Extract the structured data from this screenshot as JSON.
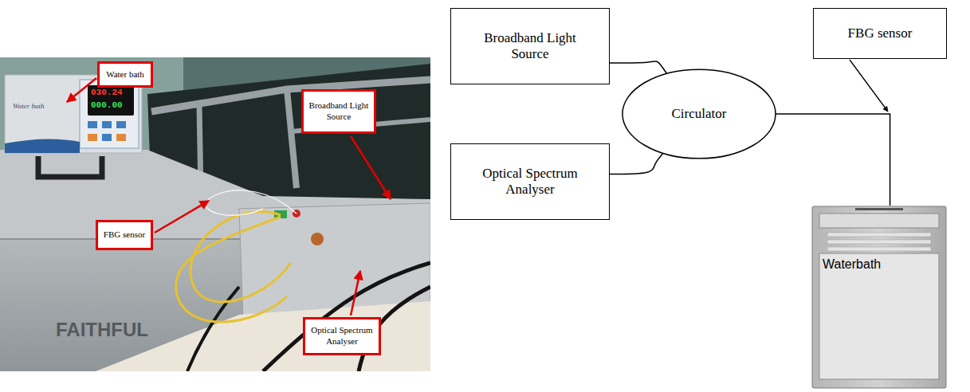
{
  "diagram": {
    "nodes": [
      {
        "text": [
          "Water bath"
        ]
      },
      {
        "text": [
          "Broadband Light Source"
        ]
      },
      {
        "text": [
          "FBG sensor"
        ]
      },
      {
        "text": [
          "Optical Spectrum Analyser"
        ]
      },
      {
        "text": [
          "Broadband Light Source"
        ]
      },
      {
        "text": [
          "FBG sensor"
        ]
      },
      {
        "text": [
          "Circulator"
        ]
      },
      {
        "text": [
          "Optical Spectrum Analyser"
        ]
      },
      {
        "text": [
          "Waterbath"
        ]
      }
    ],
    "edges": [
      {
        "from": 4,
        "to": 6,
        "arrow": "none"
      },
      {
        "from": 7,
        "to": 6,
        "arrow": "none"
      },
      {
        "from": 6,
        "to": 8,
        "arrow": "none"
      }
    ],
    "labels": [
      "030.24",
      "000.00",
      "Water bath",
      "FAITHFUL"
    ]
  }
}
